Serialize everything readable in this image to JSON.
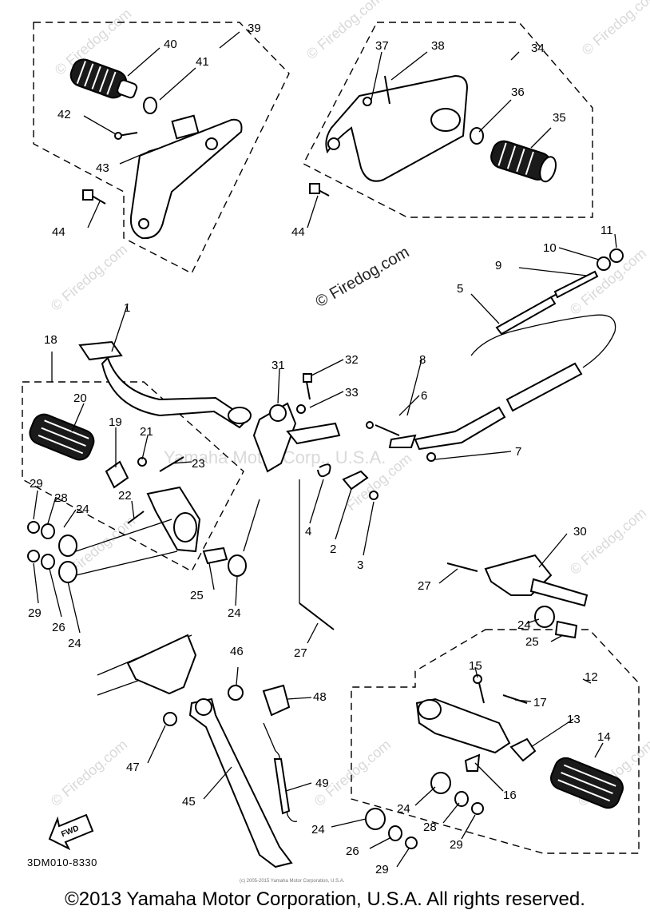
{
  "watermarks": {
    "site": "© Firedog.com",
    "site_plain": "Firedog.com",
    "maker": "Yamaha Motor Corp., U.S.A."
  },
  "callouts": {
    "c1": "1",
    "c2": "2",
    "c3": "3",
    "c4": "4",
    "c5": "5",
    "c6": "6",
    "c7": "7",
    "c8": "8",
    "c9": "9",
    "c10": "10",
    "c11": "11",
    "c12": "12",
    "c13": "13",
    "c14": "14",
    "c15": "15",
    "c16": "16",
    "c17": "17",
    "c18": "18",
    "c19": "19",
    "c20": "20",
    "c21": "21",
    "c22": "22",
    "c23": "23",
    "c24": "24",
    "c25": "25",
    "c26": "26",
    "c27": "27",
    "c28": "28",
    "c29": "29",
    "c30": "30",
    "c31": "31",
    "c32": "32",
    "c33": "33",
    "c34": "34",
    "c35": "35",
    "c36": "36",
    "c37": "37",
    "c38": "38",
    "c39": "39",
    "c40": "40",
    "c41": "41",
    "c42": "42",
    "c43": "43",
    "c44": "44",
    "c45": "45",
    "c46": "46",
    "c47": "47",
    "c48": "48",
    "c49": "49"
  },
  "fwd_label": "FWD",
  "diagram_code": "3DM010-8330",
  "small_copyright": "(c) 2005-2015 Yamaha Motor Corporation, U.S.A.",
  "copyright": "©2013 Yamaha Motor Corporation, U.S.A. All rights reserved."
}
